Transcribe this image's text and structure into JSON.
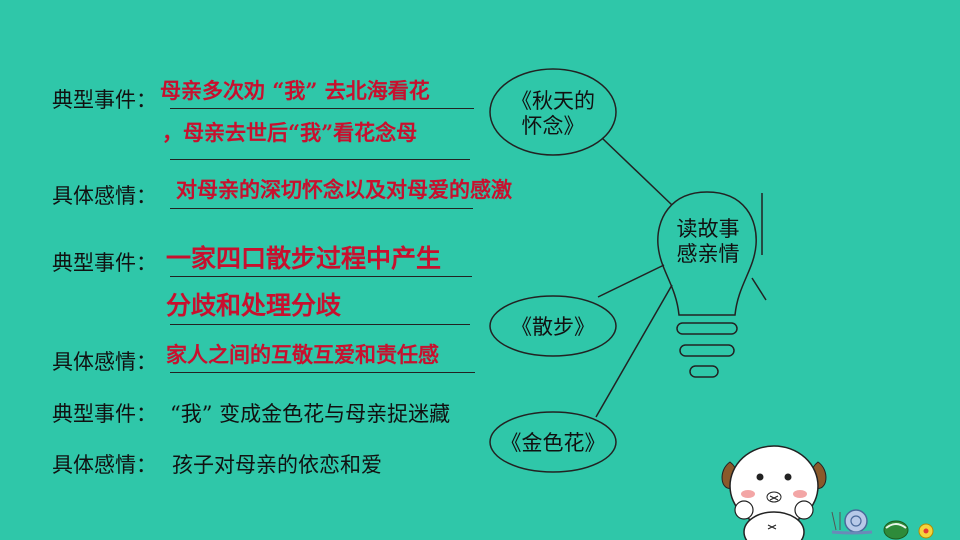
{
  "topic": {
    "line1": "读故事",
    "line2": "感亲情"
  },
  "books": [
    {
      "title_line1": "《秋天的",
      "title_line2": "怀念》"
    },
    {
      "title": "《散步》"
    },
    {
      "title": "《金色花》"
    }
  ],
  "labels": {
    "event": "典型事件：",
    "feeling": "具体感情："
  },
  "book1": {
    "event_line1": "母亲多次劝 “我” 去北海看花",
    "event_line2": "，母亲去世后“我”看花念母",
    "feeling": "对母亲的深切怀念以及对母爱的感激"
  },
  "book2": {
    "event_line1": "一家四口散步过程中产生",
    "event_line2": "分歧和处理分歧",
    "feeling": "家人之间的互敬互爱和责任感"
  },
  "book3": {
    "event": "“我” 变成金色花与母亲捉迷藏",
    "feeling": "孩子对母亲的依恋和爱"
  },
  "colors": {
    "background": "#2fc7a9",
    "answer_text": "#c8102e"
  }
}
